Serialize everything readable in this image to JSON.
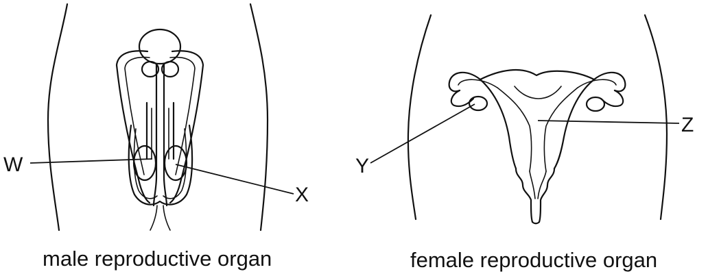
{
  "diagram": {
    "male": {
      "caption": "male reproductive organ",
      "labels": {
        "w": "W",
        "x": "X"
      }
    },
    "female": {
      "caption": "female reproductive organ",
      "labels": {
        "y": "Y",
        "z": "Z"
      }
    }
  }
}
